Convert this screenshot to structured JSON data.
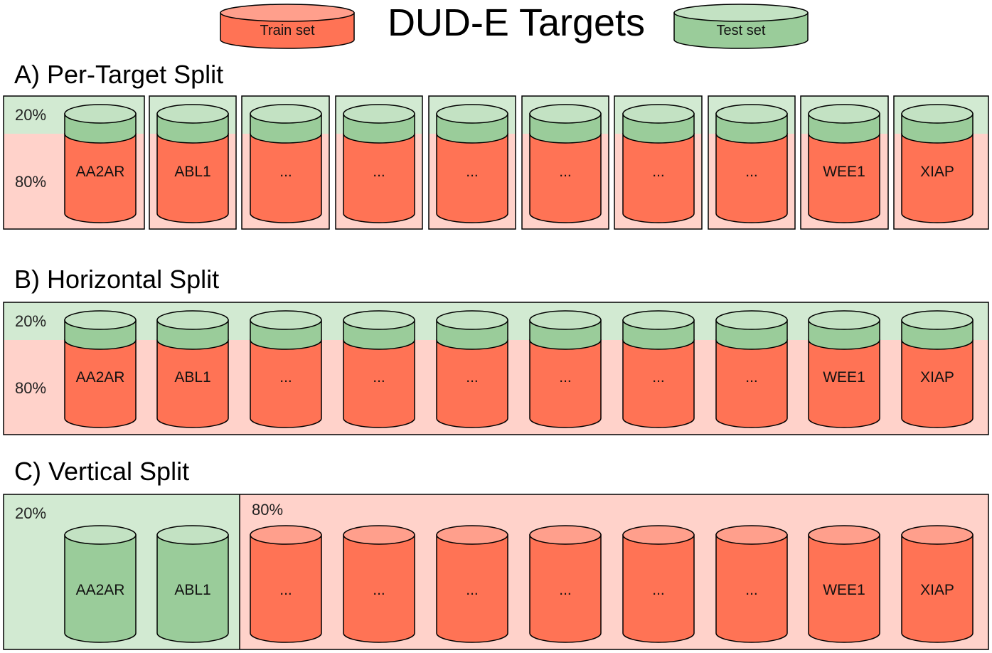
{
  "title": "DUD-E Targets",
  "colors": {
    "train_fill": "#ff7355",
    "train_top": "#ff9f8c",
    "test_fill": "#9acc9a",
    "test_top": "#c3e2c3",
    "train_bg": "#ffd2ca",
    "test_bg": "#d2ead2",
    "stroke": "#000000"
  },
  "legend": {
    "train_label": "Train set",
    "test_label": "Test set"
  },
  "targets": [
    "AA2AR",
    "ABL1",
    "...",
    "...",
    "...",
    "...",
    "...",
    "...",
    "WEE1",
    "XIAP"
  ],
  "sections": {
    "per_target": {
      "title": "A) Per-Target Split",
      "test_pct": "20%",
      "train_pct": "80%"
    },
    "horizontal": {
      "title": "B) Horizontal Split",
      "test_pct": "20%",
      "train_pct": "80%"
    },
    "vertical": {
      "title": "C) Vertical Split",
      "test_pct": "20%",
      "train_pct": "80%",
      "test_count": 2
    }
  }
}
